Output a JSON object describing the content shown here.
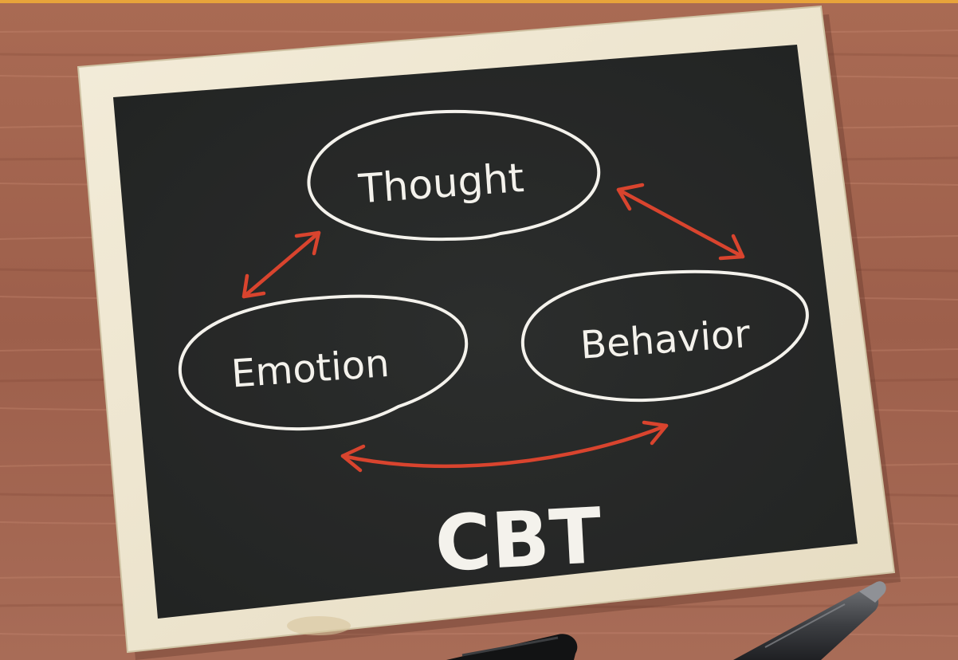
{
  "board": {
    "nodes": {
      "thought": "Thought",
      "emotion": "Emotion",
      "behavior": "Behavior"
    },
    "caption": "CBT"
  },
  "colors": {
    "chalk_white": "#f4f2ec",
    "chalk_red": "#d9442e",
    "board_black": "#1d1f1e",
    "frame_wood": "#efe7d2",
    "table_wood": "#a4654f",
    "top_stripe": "#e8a33a"
  },
  "objects": {
    "pen_icon": "pen-icon",
    "marker_icon": "marker-icon"
  }
}
